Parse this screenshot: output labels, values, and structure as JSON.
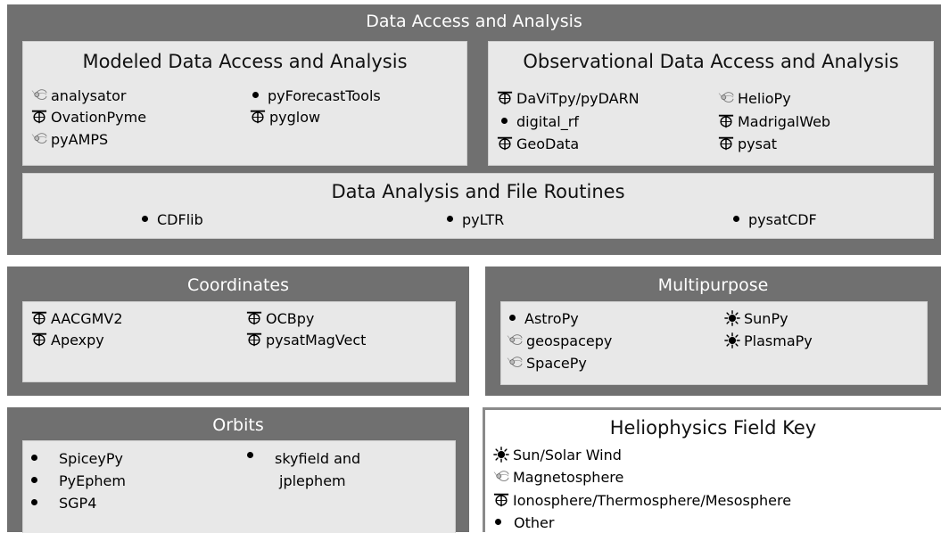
{
  "top_panel": {
    "title": "Data Access and Analysis",
    "modeled": {
      "title": "Modeled Data Access and Analysis",
      "items": [
        {
          "label": "analysator",
          "icon": "magnetosphere-icon"
        },
        {
          "label": "OvationPyme",
          "icon": "ionosphere-icon"
        },
        {
          "label": "pyAMPS",
          "icon": "magnetosphere-icon"
        },
        {
          "label": "pyForecastTools",
          "icon": "bullet-icon"
        },
        {
          "label": "pyglow",
          "icon": "ionosphere-icon"
        }
      ]
    },
    "observational": {
      "title": "Observational Data Access and Analysis",
      "items": [
        {
          "label": "DaViTpy/pyDARN",
          "icon": "ionosphere-icon"
        },
        {
          "label": "digital_rf",
          "icon": "bullet-icon"
        },
        {
          "label": "GeoData",
          "icon": "ionosphere-icon"
        },
        {
          "label": "HelioPy",
          "icon": "magnetosphere-icon"
        },
        {
          "label": "MadrigalWeb",
          "icon": "ionosphere-icon"
        },
        {
          "label": "pysat",
          "icon": "ionosphere-icon"
        }
      ]
    },
    "file_routines": {
      "title": "Data Analysis and File Routines",
      "items": [
        {
          "label": "CDFlib",
          "icon": "bullet-icon"
        },
        {
          "label": "pyLTR",
          "icon": "bullet-icon"
        },
        {
          "label": "pysatCDF",
          "icon": "bullet-icon"
        }
      ]
    }
  },
  "coordinates": {
    "title": "Coordinates",
    "items": [
      {
        "label": "AACGMV2",
        "icon": "ionosphere-icon"
      },
      {
        "label": "Apexpy",
        "icon": "ionosphere-icon"
      },
      {
        "label": "OCBpy",
        "icon": "ionosphere-icon"
      },
      {
        "label": "pysatMagVect",
        "icon": "ionosphere-icon"
      }
    ]
  },
  "multipurpose": {
    "title": "Multipurpose",
    "items": [
      {
        "label": "AstroPy",
        "icon": "bullet-icon"
      },
      {
        "label": "geospacepy",
        "icon": "magnetosphere-icon"
      },
      {
        "label": "SpacePy",
        "icon": "magnetosphere-icon"
      },
      {
        "label": "SunPy",
        "icon": "sun-icon"
      },
      {
        "label": "PlasmaPy",
        "icon": "sun-icon"
      }
    ]
  },
  "orbits": {
    "title": "Orbits",
    "items": [
      {
        "label": "SpiceyPy",
        "icon": "bullet-icon"
      },
      {
        "label": "PyEphem",
        "icon": "bullet-icon"
      },
      {
        "label": "SGP4",
        "icon": "bullet-icon"
      },
      {
        "label": "skyfield and",
        "icon": "bullet-icon"
      },
      {
        "label": "jplephem",
        "icon": "none"
      }
    ]
  },
  "key": {
    "title": "Heliophysics Field Key",
    "items": [
      {
        "label": "Sun/Solar Wind",
        "icon": "sun-icon"
      },
      {
        "label": "Magnetosphere",
        "icon": "magnetosphere-icon"
      },
      {
        "label": "Ionosphere/Thermosphere/Mesosphere",
        "icon": "ionosphere-icon"
      },
      {
        "label": "Other",
        "icon": "bullet-icon"
      }
    ]
  }
}
